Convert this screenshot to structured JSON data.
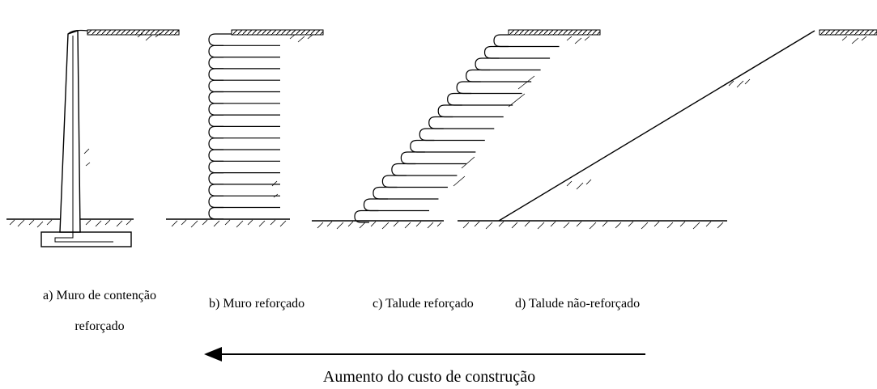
{
  "labels": {
    "a_line1": "a) Muro de contenção",
    "a_line2": "reforçado",
    "b": "b) Muro reforçado",
    "c": "c) Talude reforçado",
    "d": "d) Talude não-reforçado"
  },
  "arrow_caption": "Aumento do custo de construção",
  "colors": {
    "ink": "#000000",
    "background": "#ffffff"
  }
}
